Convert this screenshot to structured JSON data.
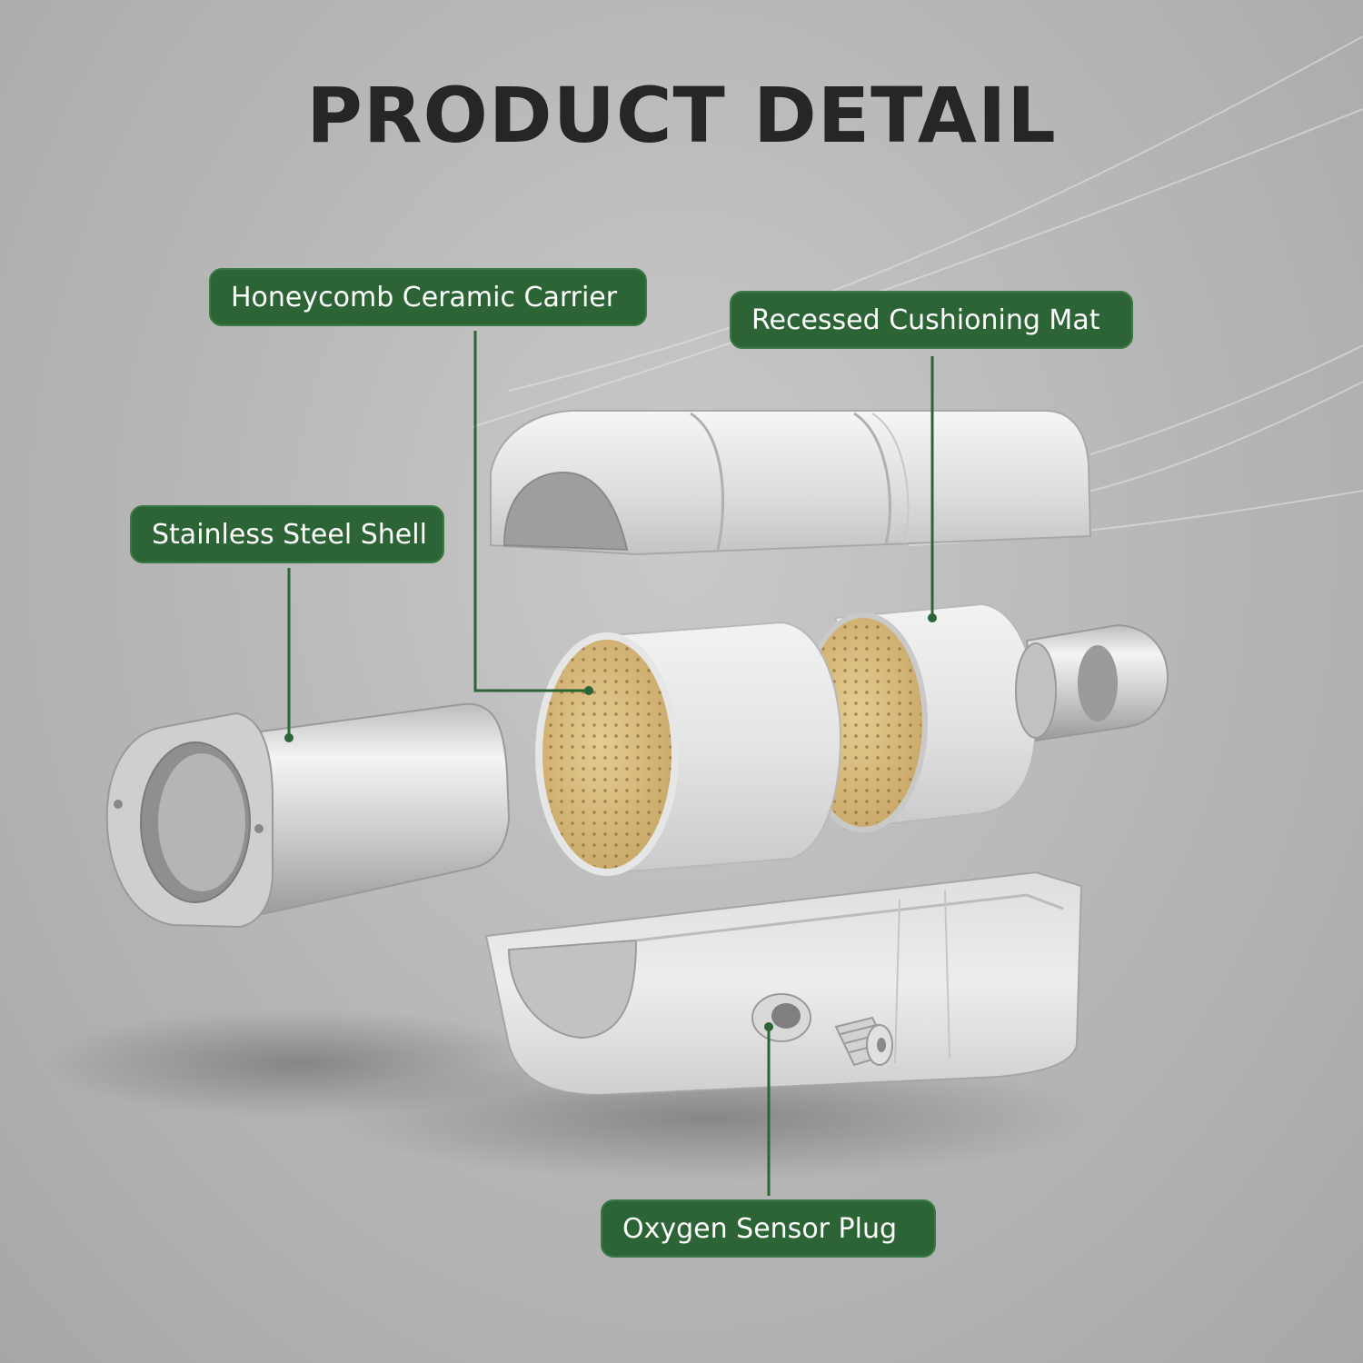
{
  "title": "PRODUCT DETAIL",
  "labels": {
    "honeycomb_ceramic_carrier": "Honeycomb Ceramic Carrier",
    "recessed_cushioning_mat": "Recessed Cushioning Mat",
    "stainless_steel_shell": "Stainless Steel Shell",
    "oxygen_sensor_plug": "Oxygen Sensor Plug"
  },
  "colors": {
    "label_background": "#2c6435",
    "label_text": "#ffffff",
    "title_text": "#262626",
    "background": "#b9b9b9",
    "ceramic": "#d9b877",
    "steel": "#d4d4d4"
  }
}
